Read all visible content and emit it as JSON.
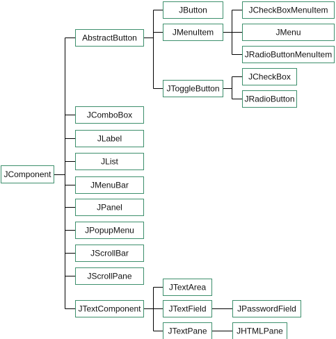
{
  "diagram": {
    "type": "class-hierarchy",
    "colors": {
      "box_border": "#3d8f6c",
      "connector": "#000000",
      "text": "#111111",
      "background": "#ffffff"
    },
    "nodes": [
      {
        "id": "jcomponent",
        "label": "JComponent"
      },
      {
        "id": "abstractbutton",
        "label": "AbstractButton"
      },
      {
        "id": "jcombobox",
        "label": "JComboBox"
      },
      {
        "id": "jlabel",
        "label": "JLabel"
      },
      {
        "id": "jlist",
        "label": "JList"
      },
      {
        "id": "jmenubar",
        "label": "JMenuBar"
      },
      {
        "id": "jpanel",
        "label": "JPanel"
      },
      {
        "id": "jpopupmenu",
        "label": "JPopupMenu"
      },
      {
        "id": "jscrollbar",
        "label": "JScrollBar"
      },
      {
        "id": "jscrollpane",
        "label": "JScrollPane"
      },
      {
        "id": "jtextcomponent",
        "label": "JTextComponent"
      },
      {
        "id": "jbutton",
        "label": "JButton"
      },
      {
        "id": "jmenuitem",
        "label": "JMenuItem"
      },
      {
        "id": "jtogglebutton",
        "label": "JToggleButton"
      },
      {
        "id": "jcheckboxmenuitem",
        "label": "JCheckBoxMenuItem"
      },
      {
        "id": "jmenu",
        "label": "JMenu"
      },
      {
        "id": "jradiobuttonmenuitem",
        "label": "JRadioButtonMenuItem"
      },
      {
        "id": "jcheckbox",
        "label": "JCheckBox"
      },
      {
        "id": "jradiobutton",
        "label": "JRadioButton"
      },
      {
        "id": "jtextarea",
        "label": "JTextArea"
      },
      {
        "id": "jtextfield",
        "label": "JTextField"
      },
      {
        "id": "jtextpane",
        "label": "JTextPane"
      },
      {
        "id": "jpasswordfield",
        "label": "JPasswordField"
      },
      {
        "id": "jhtmlpane",
        "label": "JHTMLPane"
      }
    ],
    "edges": [
      {
        "from": "jcomponent",
        "to": "abstractbutton"
      },
      {
        "from": "jcomponent",
        "to": "jcombobox"
      },
      {
        "from": "jcomponent",
        "to": "jlabel"
      },
      {
        "from": "jcomponent",
        "to": "jlist"
      },
      {
        "from": "jcomponent",
        "to": "jmenubar"
      },
      {
        "from": "jcomponent",
        "to": "jpanel"
      },
      {
        "from": "jcomponent",
        "to": "jpopupmenu"
      },
      {
        "from": "jcomponent",
        "to": "jscrollbar"
      },
      {
        "from": "jcomponent",
        "to": "jscrollpane"
      },
      {
        "from": "jcomponent",
        "to": "jtextcomponent"
      },
      {
        "from": "abstractbutton",
        "to": "jbutton"
      },
      {
        "from": "abstractbutton",
        "to": "jmenuitem"
      },
      {
        "from": "abstractbutton",
        "to": "jtogglebutton"
      },
      {
        "from": "jmenuitem",
        "to": "jcheckboxmenuitem"
      },
      {
        "from": "jmenuitem",
        "to": "jmenu"
      },
      {
        "from": "jmenuitem",
        "to": "jradiobuttonmenuitem"
      },
      {
        "from": "jtogglebutton",
        "to": "jcheckbox"
      },
      {
        "from": "jtogglebutton",
        "to": "jradiobutton"
      },
      {
        "from": "jtextcomponent",
        "to": "jtextarea"
      },
      {
        "from": "jtextcomponent",
        "to": "jtextfield"
      },
      {
        "from": "jtextcomponent",
        "to": "jtextpane"
      },
      {
        "from": "jtextfield",
        "to": "jpasswordfield"
      },
      {
        "from": "jtextpane",
        "to": "jhtmlpane"
      }
    ]
  }
}
